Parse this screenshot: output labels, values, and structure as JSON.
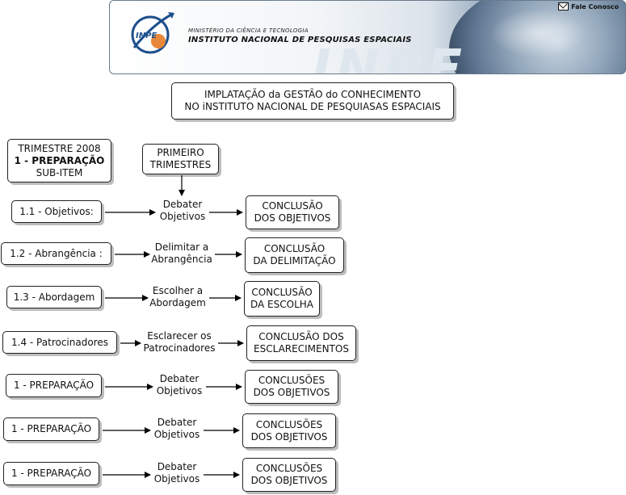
{
  "banner": {
    "logo_text": "INPE",
    "ministry": "MINISTÉRIO DA CIÊNCIA E TECNOLOGIA",
    "institute": "INSTITUTO NACIONAL DE PESQUISAS ESPACIAIS",
    "watermark": "INPE",
    "contact_label": "Fale Conosco"
  },
  "title": {
    "line1": "IMPLATAÇÃO da GESTÃO do CONHECIMENTO",
    "line2": "NO iNSTITUTO NACIONAL DE PESQUIASAS ESPACIAIS"
  },
  "header_box": {
    "line1": "TRIMESTRE 2008",
    "line2": "1 - PREPARAÇÃO",
    "line3": "SUB-ITEM"
  },
  "trimester_box": {
    "line1": "PRIMEIRO",
    "line2": "TRIMESTRES"
  },
  "rows": [
    {
      "item": "1.1 - Objetivos:",
      "action1": "Debater",
      "action2": "Objetivos",
      "result1": "CONCLUSÃO",
      "result2": "DOS OBJETIVOS"
    },
    {
      "item": "1.2 - Abrangência :",
      "action1": "Delimitar a",
      "action2": "Abrangência",
      "result1": "CONCLUSÃO",
      "result2": "DA DELIMITAÇÃO"
    },
    {
      "item": "1.3 - Abordagem",
      "action1": "Escolher a",
      "action2": "Abordagem",
      "result1": "CONCLUSÃO",
      "result2": "DA ESCOLHA"
    },
    {
      "item": "1.4 - Patrocinadores",
      "action1": "Esclarecer os",
      "action2": "Patrocinadores",
      "result1": "CONCLUSÃO DOS",
      "result2": "ESCLARECIMENTOS"
    },
    {
      "item": "1 - PREPARAÇÃO",
      "action1": "Debater",
      "action2": "Objetivos",
      "result1": "CONCLUSÕES",
      "result2": "DOS OBJETIVOS"
    },
    {
      "item": "1 - PREPARAÇÃO",
      "action1": "Debater",
      "action2": "Objetivos",
      "result1": "CONCLUSÕES",
      "result2": "DOS OBJETIVOS"
    },
    {
      "item": "1 - PREPARAÇÃO",
      "action1": "Debater",
      "action2": "Objetivos",
      "result1": "CONCLUSÕES",
      "result2": "DOS OBJETIVOS"
    }
  ]
}
